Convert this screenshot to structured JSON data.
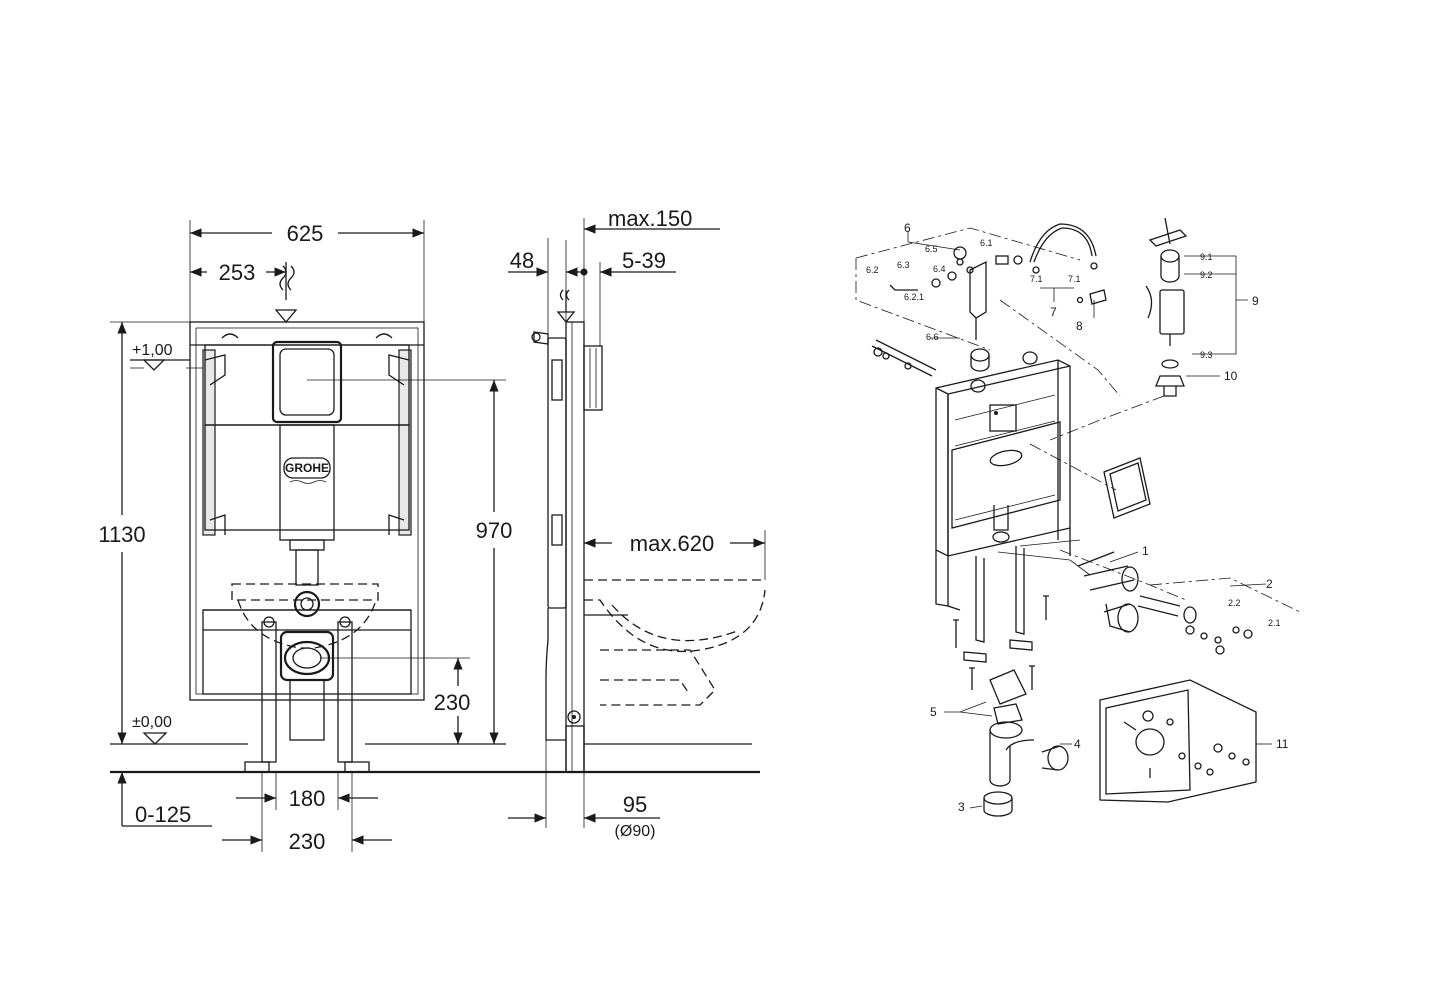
{
  "front_view": {
    "width_total": "625",
    "offset_left": "253",
    "height_total": "1130",
    "level_top": "+1,00",
    "level_floor": "±0,00",
    "height_flush": "970",
    "height_outlet": "230",
    "floor_range": "0-125",
    "feet_inner": "180",
    "feet_outer": "230",
    "logo": "GROHE"
  },
  "side_view": {
    "depth_frame": "48",
    "max_wall": "max.150",
    "wall_range": "5-39",
    "max_pan": "max.620",
    "depth_pipe": "95",
    "pipe_diameter": "(Ø90)"
  },
  "exploded_view": {
    "labels": [
      "6",
      "6.1",
      "6.5",
      "6.3",
      "6.4",
      "6.2",
      "6.2.1",
      "6.6",
      "7",
      "7.1",
      "7.1",
      "8",
      "9",
      "9.1",
      "9.2",
      "9.3",
      "10",
      "1",
      "2",
      "2.2",
      "2.1",
      "5",
      "4",
      "3",
      "11"
    ]
  }
}
